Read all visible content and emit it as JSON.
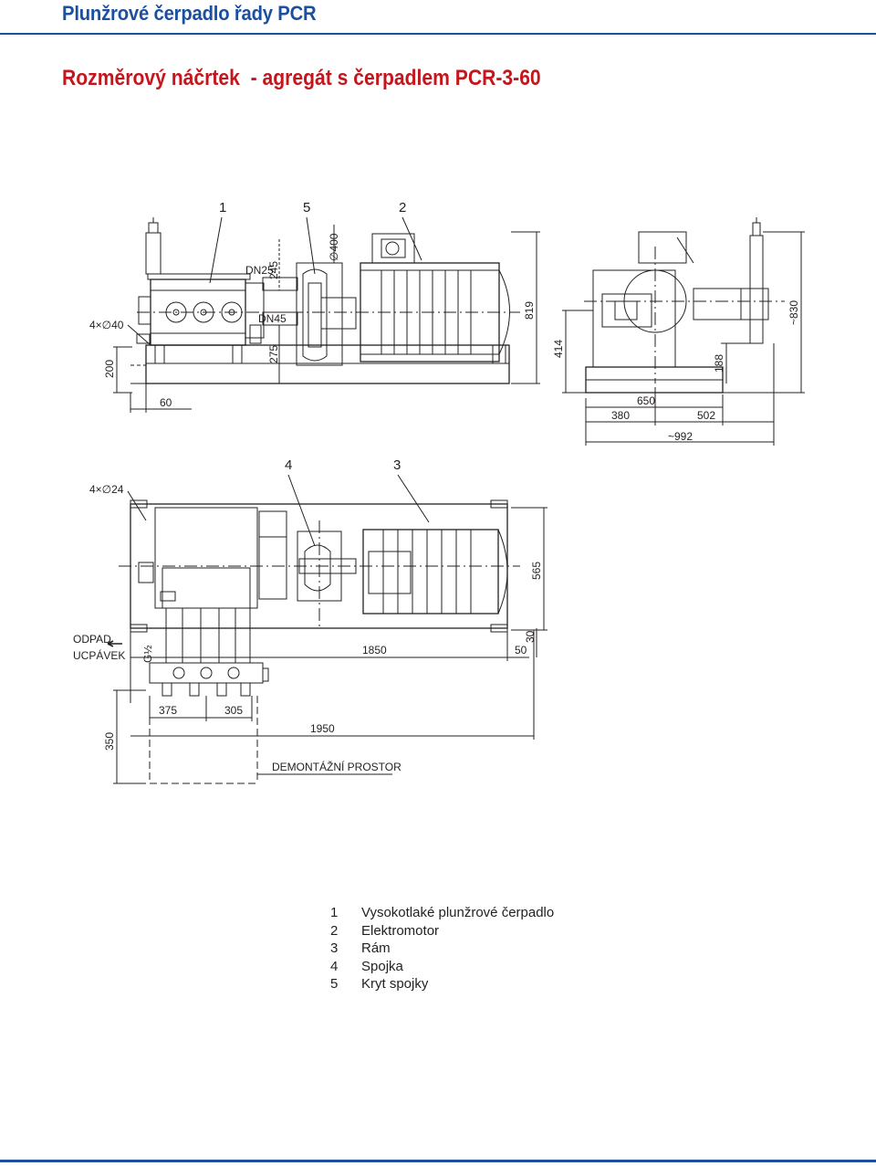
{
  "header": {
    "title": "Plunžrové čerpadlo řady PCR"
  },
  "sub_title": "Rozměrový náčrtek  - agregát s čerpadlem PCR-3-60",
  "side_view": {
    "callouts": [
      "1",
      "5",
      "2"
    ],
    "dims": {
      "dn25": "DN25",
      "d245": "245",
      "dn45": "DN45",
      "d275": "275",
      "d400": "∅400",
      "holes_4x40": "4×∅40",
      "d200": "200",
      "d60": "60",
      "d819": "819"
    }
  },
  "end_view": {
    "dims": {
      "d414": "414",
      "d188": "188",
      "d830": "~830",
      "d650": "650",
      "d380": "380",
      "d502": "502",
      "d992": "~992"
    }
  },
  "top_view": {
    "callouts": [
      "4",
      "3"
    ],
    "dims": {
      "holes_4x24": "4×∅24",
      "d565": "565",
      "odpad": "ODPAD",
      "ucpavek": "UCPÁVEK",
      "g_half": "G½",
      "d1850": "1850",
      "d50": "50",
      "d30": "30",
      "d375": "375",
      "d305": "305",
      "d1950": "1950",
      "d350": "350",
      "demontazni": "DEMONTÁŽNÍ PROSTOR"
    }
  },
  "legend": [
    {
      "num": "1",
      "label": "Vysokotlaké plunžrové čerpadlo"
    },
    {
      "num": "2",
      "label": "Elektromotor"
    },
    {
      "num": "3",
      "label": "Rám"
    },
    {
      "num": "4",
      "label": "Spojka"
    },
    {
      "num": "5",
      "label": "Kryt spojky"
    }
  ],
  "colors": {
    "brand_blue": "#1b4fa0",
    "title_red": "#c4161c",
    "line": "#231f20"
  }
}
